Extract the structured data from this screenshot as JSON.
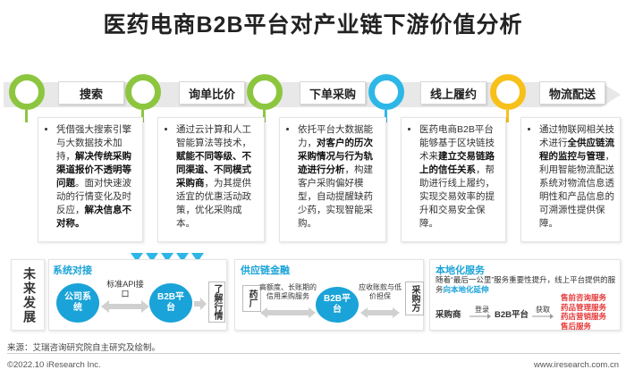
{
  "title": "医药电商B2B平台对产业链下游价值分析",
  "colors": {
    "green": "#8cc63f",
    "cyan": "#2db7e6",
    "yellow": "#f7c11a",
    "blue": "#1aa3d8",
    "grey": "#e8e8e8"
  },
  "stages": [
    {
      "label": "搜索",
      "color": "#8cc63f",
      "parts": [
        [
          "凭借强大搜索引擎与大数据技术加持，",
          false
        ],
        [
          "解决传统采购渠道报价不透明等问题",
          true
        ],
        [
          "。面对快速波动的行情变化及时反应，",
          false
        ],
        [
          "解决信息不对称。",
          true
        ]
      ]
    },
    {
      "label": "询单比价",
      "color": "#8cc63f",
      "parts": [
        [
          "通过云计算和人工智能算法等技术，",
          false
        ],
        [
          "赋能不同等级、不同渠道、不同模式采购商",
          true
        ],
        [
          "，为其提供适宜的优惠活动政策，优化采购成本。",
          false
        ]
      ]
    },
    {
      "label": "下单采购",
      "color": "#8cc63f",
      "parts": [
        [
          "依托平台大数据能力，",
          false
        ],
        [
          "对客户的历次采购情况与行为轨迹进行分析",
          true
        ],
        [
          "，构建客户采购偏好模型，自动提醒缺药少药，实现智能采购。",
          false
        ]
      ]
    },
    {
      "label": "线上履约",
      "color": "#2db7e6",
      "parts": [
        [
          "医药电商B2B平台能够基于区块链技术来",
          false
        ],
        [
          "建立交易链路上的信任关系",
          true
        ],
        [
          "，帮助进行线上履约，实现交易效率的提升和交易安全保障。",
          false
        ]
      ]
    },
    {
      "label": "物流配送",
      "color": "#f7c11a",
      "parts": [
        [
          "通过物联网相关技术进行",
          false
        ],
        [
          "全供应链流程的监控与管理",
          true
        ],
        [
          "，利用智能物流配送系统对物流信息透明性和产品信息的可溯源性提供保障。",
          false
        ]
      ]
    }
  ],
  "future": {
    "label": "未来发展"
  },
  "system": {
    "title": "系统对接",
    "company": "公司系统",
    "api": "标准API接口",
    "platform": "B2B平台",
    "side": "了解行情"
  },
  "finance": {
    "title": "供应链金融",
    "left": "药厂",
    "note_left": "高额度、长账期的信用采购服务",
    "platform": "B2B平台",
    "note_right": "应收账款与低价担保",
    "right": "采购方"
  },
  "local": {
    "title": "本地化服务",
    "desc_a": "随着“最后一公里”服务重要性提升，线上平台提供的服务",
    "desc_b": "向本地化延伸",
    "buyer": "采购商",
    "login": "登录",
    "platform": "B2B平台",
    "get": "获取",
    "services": [
      "售前咨询服务",
      "药品管理服务",
      "药店营销服务",
      "售后服务"
    ]
  },
  "footer": {
    "source": "来源：艾瑞咨询研究院自主研究及绘制。",
    "copyright": "©2022.10 iResearch Inc.",
    "site": "www.iresearch.com.cn"
  }
}
